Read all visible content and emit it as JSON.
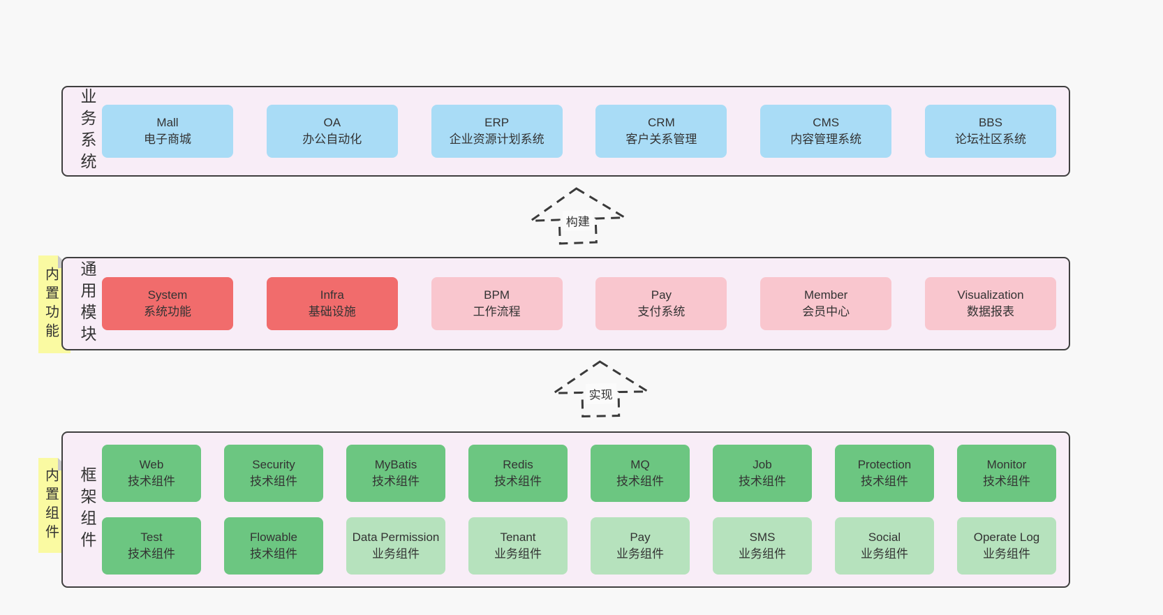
{
  "colors": {
    "page-bg": "#f8f8f8",
    "band-bg": "#f8edf7",
    "band-border": "#3f3f3f",
    "blue": "#a9dcf6",
    "red": "#f16c6c",
    "pink": "#f9c6ce",
    "green": "#6cc681",
    "lightgreen": "#b6e2bd",
    "yellow": "#fafaa2",
    "fold": "#c9c9c9",
    "text": "#333333"
  },
  "bands": {
    "business": {
      "label": "业务系统",
      "boxes": [
        {
          "en": "Mall",
          "zh": "电子商城"
        },
        {
          "en": "OA",
          "zh": "办公自动化"
        },
        {
          "en": "ERP",
          "zh": "企业资源计划系统"
        },
        {
          "en": "CRM",
          "zh": "客户关系管理"
        },
        {
          "en": "CMS",
          "zh": "内容管理系统"
        },
        {
          "en": "BBS",
          "zh": "论坛社区系统"
        }
      ]
    },
    "modules": {
      "label": "通用模块",
      "note": "内置功能",
      "boxes": [
        {
          "en": "System",
          "zh": "系统功能"
        },
        {
          "en": "Infra",
          "zh": "基础设施"
        },
        {
          "en": "BPM",
          "zh": "工作流程"
        },
        {
          "en": "Pay",
          "zh": "支付系统"
        },
        {
          "en": "Member",
          "zh": "会员中心"
        },
        {
          "en": "Visualization",
          "zh": "数据报表"
        }
      ]
    },
    "framework": {
      "label": "框架组件",
      "note": "内置组件",
      "row1": [
        {
          "en": "Web",
          "zh": "技术组件"
        },
        {
          "en": "Security",
          "zh": "技术组件"
        },
        {
          "en": "MyBatis",
          "zh": "技术组件"
        },
        {
          "en": "Redis",
          "zh": "技术组件"
        },
        {
          "en": "MQ",
          "zh": "技术组件"
        },
        {
          "en": "Job",
          "zh": "技术组件"
        },
        {
          "en": "Protection",
          "zh": "技术组件"
        },
        {
          "en": "Monitor",
          "zh": "技术组件"
        }
      ],
      "row2": [
        {
          "en": "Test",
          "zh": "技术组件"
        },
        {
          "en": "Flowable",
          "zh": "技术组件"
        },
        {
          "en": "Data Permission",
          "zh": "业务组件"
        },
        {
          "en": "Tenant",
          "zh": "业务组件"
        },
        {
          "en": "Pay",
          "zh": "业务组件"
        },
        {
          "en": "SMS",
          "zh": "业务组件"
        },
        {
          "en": "Social",
          "zh": "业务组件"
        },
        {
          "en": "Operate Log",
          "zh": "业务组件"
        }
      ]
    }
  },
  "arrows": {
    "build": "构建",
    "implement": "实现"
  }
}
